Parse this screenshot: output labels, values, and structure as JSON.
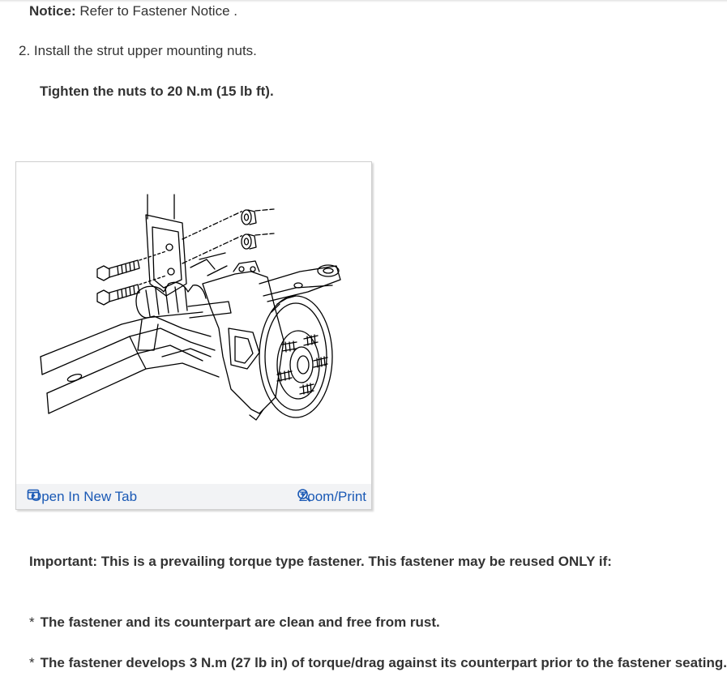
{
  "notice": {
    "label": "Notice:",
    "text": " Refer to Fastener Notice ."
  },
  "step": {
    "text": "2. Install the strut upper mounting nuts."
  },
  "spec": {
    "text": "Tighten the nuts to 20 N.m (15 lb ft)."
  },
  "figure": {
    "open_tab_label": "Open In New Tab",
    "zoom_label": "Zoom/Print",
    "link_color": "#1a59b5"
  },
  "important": {
    "text": "Important: This is a prevailing torque type fastener. This fastener may be reused ONLY if:"
  },
  "bullets": [
    {
      "marker": "*",
      "text": "The fastener and its counterpart are clean and free from rust."
    },
    {
      "marker": "*",
      "text": "The fastener develops 3 N.m (27 lb in) of torque/drag against its counterpart prior to the fastener seating."
    }
  ]
}
